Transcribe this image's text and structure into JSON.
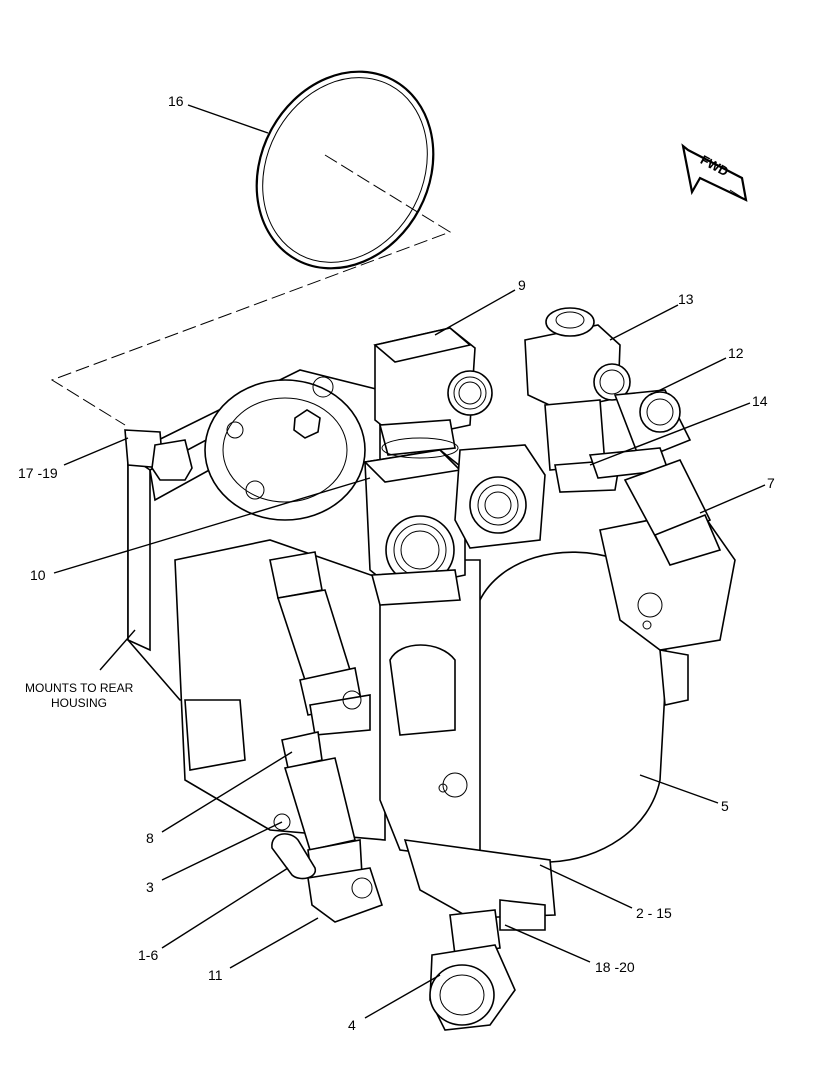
{
  "callouts": {
    "c16": "16",
    "c9": "9",
    "c13": "13",
    "c12": "12",
    "c14": "14",
    "c7": "7",
    "c17_19": "17 -19",
    "c10": "10",
    "c5": "5",
    "c8": "8",
    "c3": "3",
    "c2_15": "2 - 15",
    "c1_6": "1-6",
    "c11": "11",
    "c18_20": "18 -20",
    "c4": "4"
  },
  "notes": {
    "mount_line1": "MOUNTS TO REAR",
    "mount_line2": "HOUSING"
  },
  "direction": {
    "label": "FWD"
  },
  "icons": {
    "direction_arrow": "fwd-arrow-icon"
  }
}
